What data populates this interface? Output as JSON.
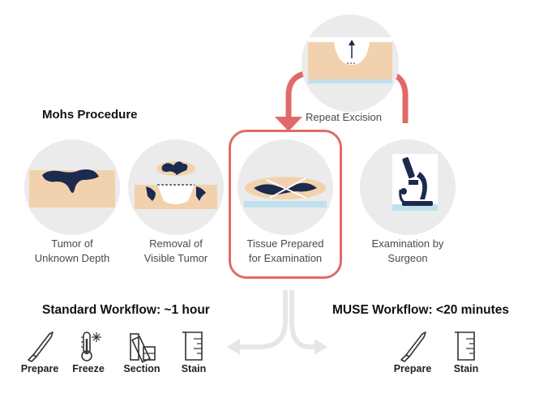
{
  "title": "Mohs Procedure",
  "repeat_label": "Repeat Excision",
  "stages": [
    {
      "line1": "Tumor of",
      "line2": "Unknown Depth"
    },
    {
      "line1": "Removal of",
      "line2": "Visible Tumor"
    },
    {
      "line1": "Tissue Prepared",
      "line2": "for Examination"
    },
    {
      "line1": "Examination by",
      "line2": "Surgeon"
    }
  ],
  "standard_workflow": {
    "title": "Standard Workflow: ~1 hour",
    "tools": [
      {
        "label": "Prepare",
        "icon": "scalpel-icon"
      },
      {
        "label": "Freeze",
        "icon": "thermometer-freeze-icon"
      },
      {
        "label": "Section",
        "icon": "microtome-section-icon"
      },
      {
        "label": "Stain",
        "icon": "beaker-stain-icon"
      }
    ]
  },
  "muse_workflow": {
    "title": "MUSE Workflow: <20 minutes",
    "tools": [
      {
        "label": "Prepare",
        "icon": "scalpel-icon"
      },
      {
        "label": "Stain",
        "icon": "beaker-stain-icon"
      }
    ]
  },
  "colors": {
    "highlight": "#e06a6a",
    "tissue": "#f2d2ae",
    "tumor": "#1b2a4e",
    "slide": "#bfe1ee",
    "circle": "#ebebeb",
    "arrow_gray": "#e6e6e6"
  }
}
